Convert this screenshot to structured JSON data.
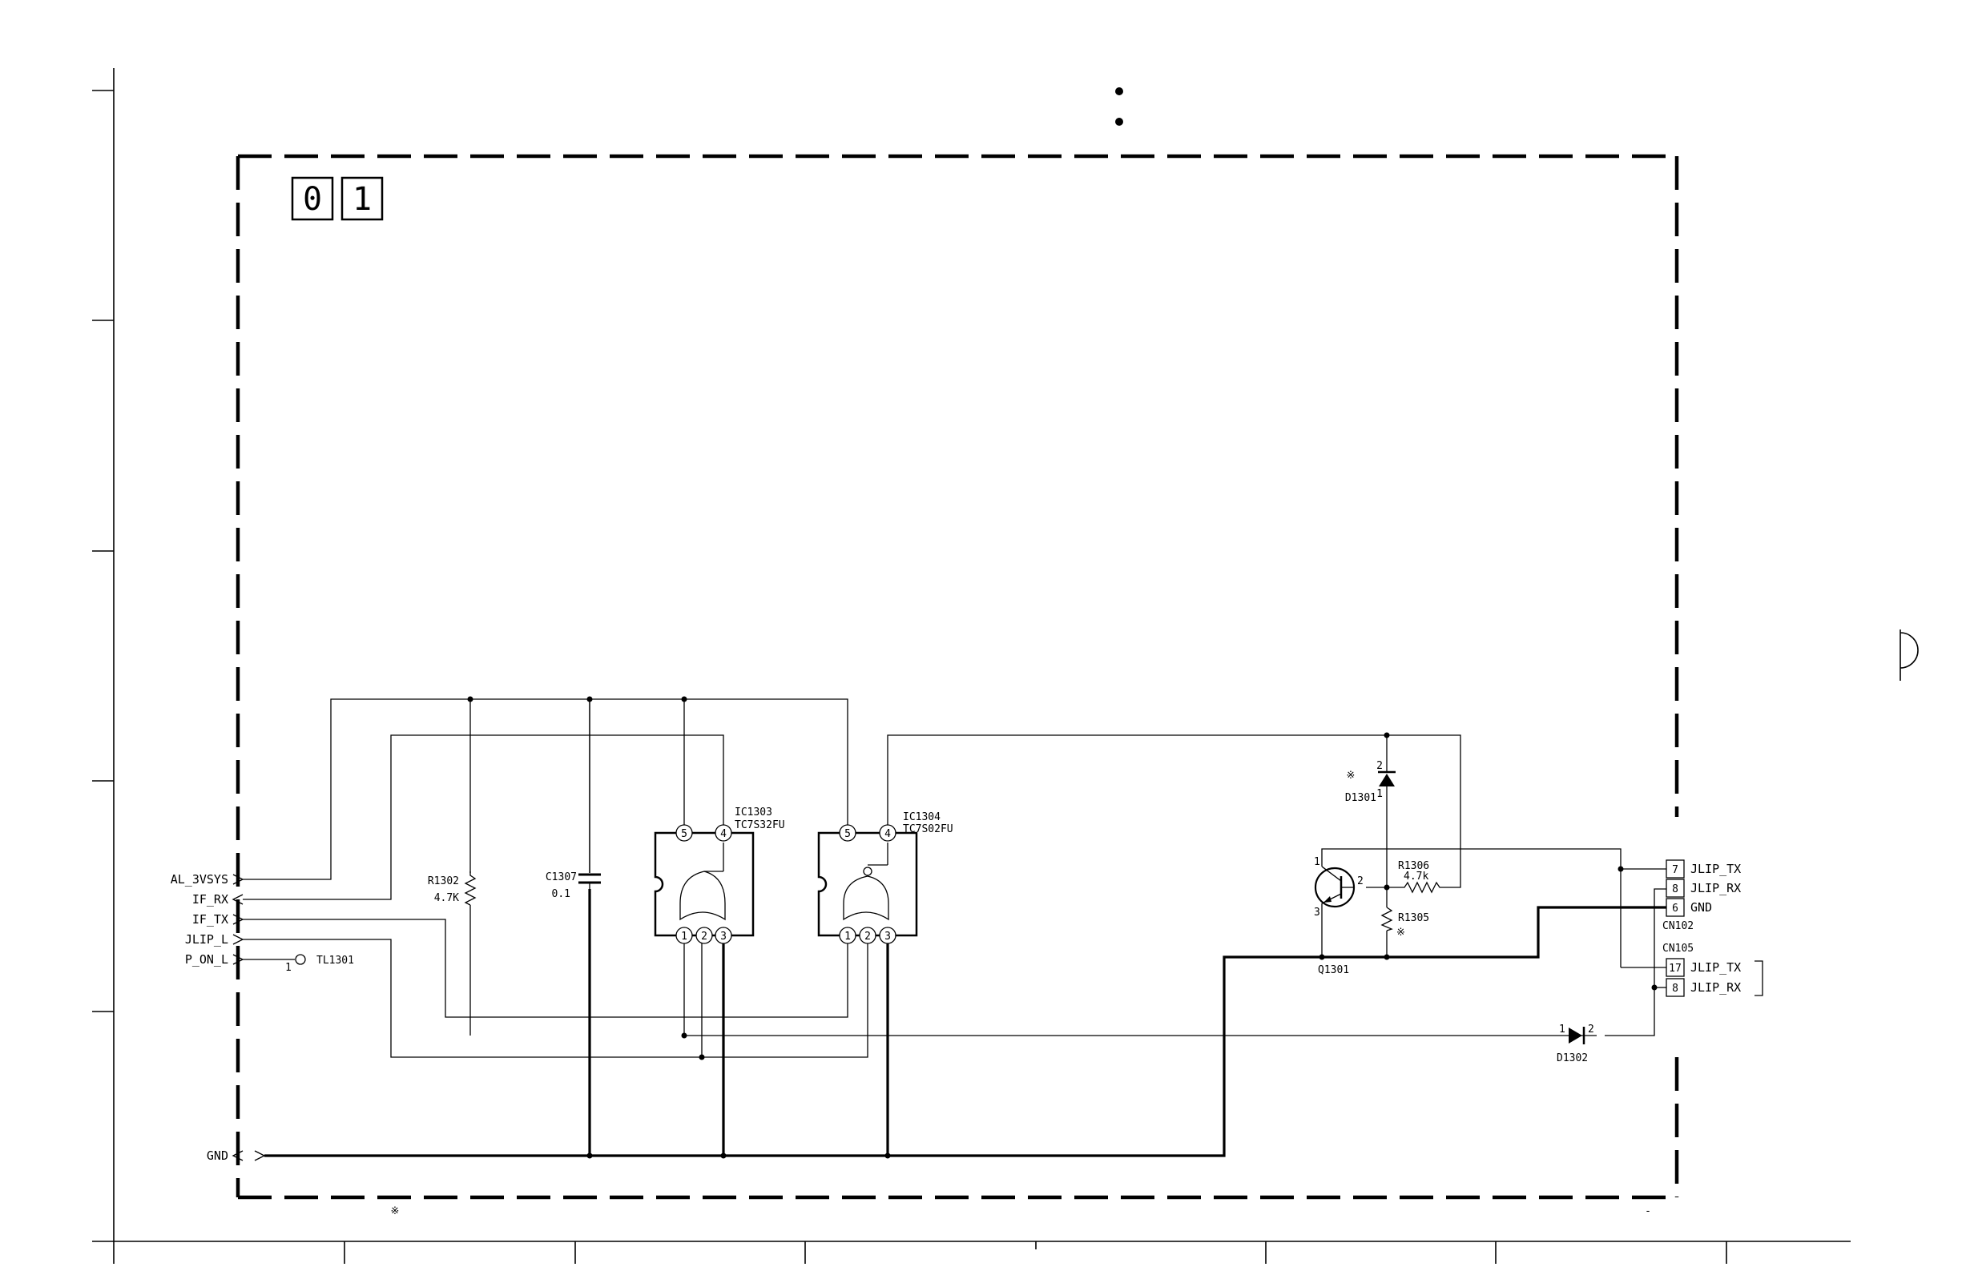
{
  "board_tag": {
    "digit_1": "0",
    "digit_2": "1"
  },
  "left_ports": [
    {
      "label": "AL_3VSYS"
    },
    {
      "label": "IF_RX"
    },
    {
      "label": "IF_TX"
    },
    {
      "label": "JLIP_L"
    },
    {
      "label": "P_ON_L"
    },
    {
      "label": "GND"
    }
  ],
  "test_point": {
    "ref": "TL1301",
    "pin": "1"
  },
  "components": {
    "r1302": {
      "ref": "R1302",
      "value": "4.7K"
    },
    "c1307": {
      "ref": "C1307",
      "value": "0.1"
    },
    "ic1303": {
      "ref": "IC1303",
      "part": "TC7S32FU",
      "pins": [
        "5",
        "4",
        "1",
        "2",
        "3"
      ]
    },
    "ic1304": {
      "ref": "IC1304",
      "part": "TC7S02FU",
      "pins": [
        "5",
        "4",
        "1",
        "2",
        "3"
      ]
    },
    "d1301": {
      "ref": "D1301",
      "pin_top": "2",
      "pin_bottom": "1",
      "note": "※"
    },
    "r1306": {
      "ref": "R1306",
      "value": "4.7k"
    },
    "r1305": {
      "ref": "R1305",
      "note": "※"
    },
    "q1301": {
      "ref": "Q1301",
      "pin_1": "1",
      "pin_2": "2",
      "pin_3": "3"
    },
    "d1302": {
      "ref": "D1302",
      "pin_a": "1",
      "pin_k": "2"
    }
  },
  "connectors": {
    "cn102": {
      "ref": "CN102",
      "pins": [
        {
          "num": "7",
          "label": "JLIP_TX"
        },
        {
          "num": "8",
          "label": "JLIP_RX"
        },
        {
          "num": "6",
          "label": "GND"
        }
      ]
    },
    "cn105": {
      "ref": "CN105",
      "pins": [
        {
          "num": "17",
          "label": "JLIP_TX"
        },
        {
          "num": "8",
          "label": "JLIP_RX"
        }
      ]
    }
  },
  "footnote_mark": "※",
  "corner_mark": "-"
}
